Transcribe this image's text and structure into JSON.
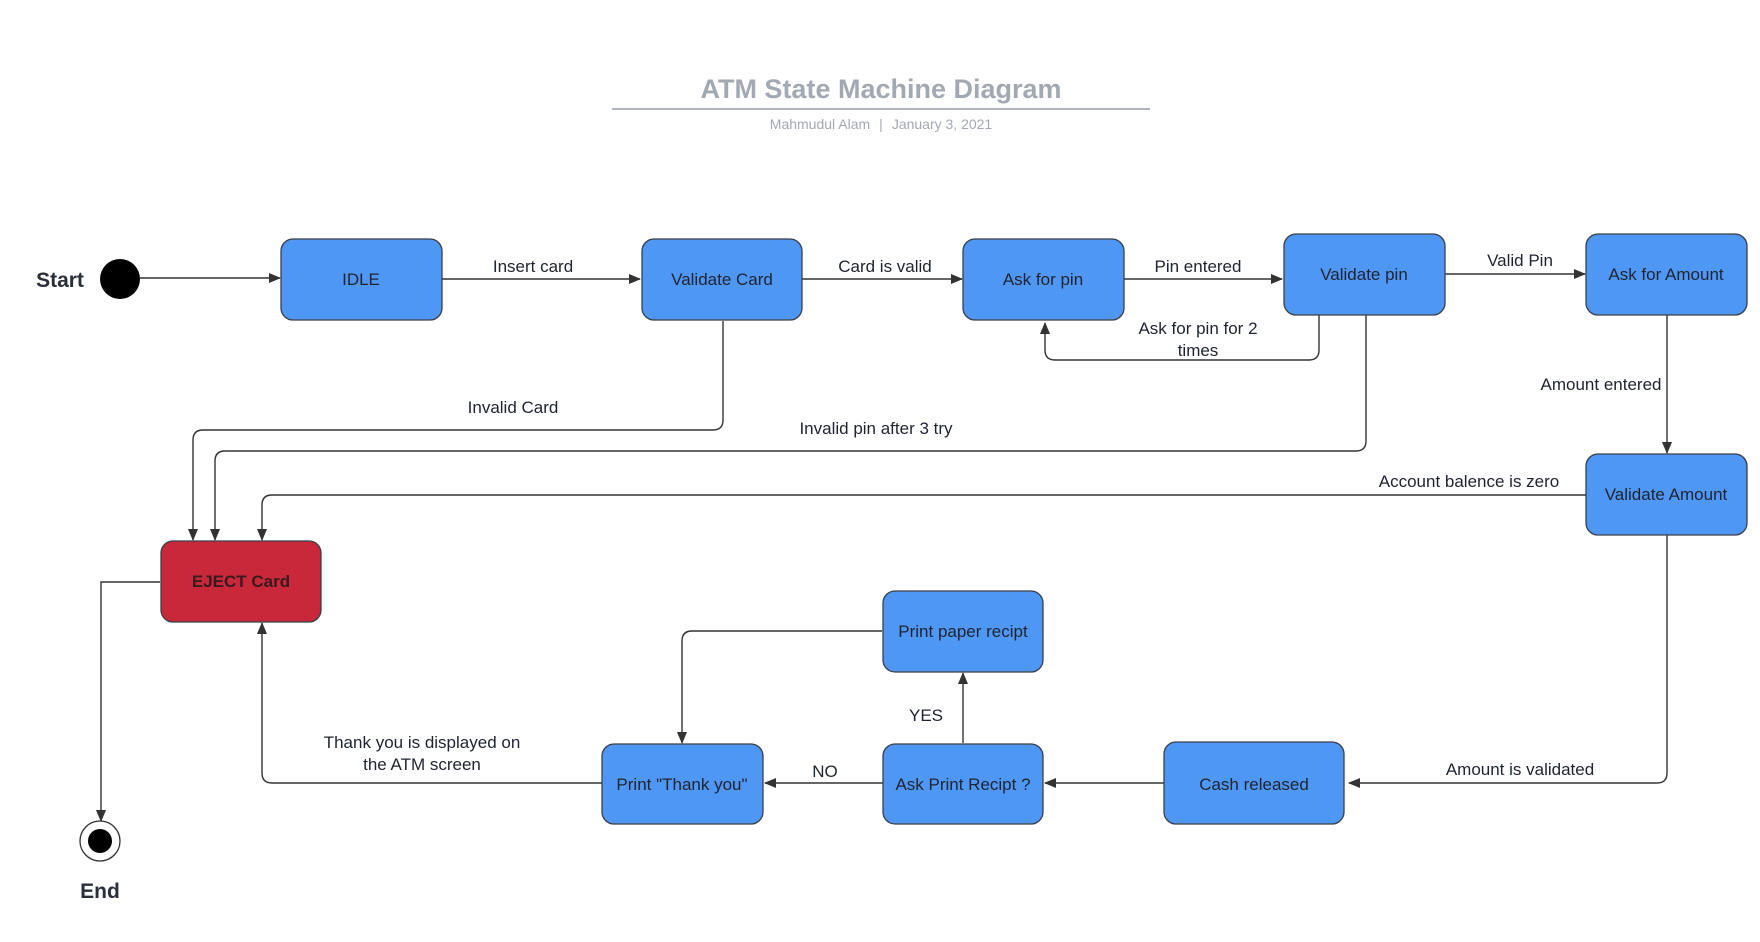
{
  "header": {
    "title": "ATM State Machine Diagram",
    "author": "Mahmudul Alam",
    "separator": "|",
    "date": "January 3, 2021"
  },
  "colors": {
    "state_fill": "#4f97f5",
    "state_stroke": "#3a3f4a",
    "eject_fill": "#c8283a",
    "line": "#333333",
    "text": "#1f2430",
    "header_text": "#a3a9b3"
  },
  "terminals": {
    "start_label": "Start",
    "end_label": "End"
  },
  "states": {
    "idle": "IDLE",
    "validate_card": "Validate Card",
    "ask_pin": "Ask for pin",
    "validate_pin": "Validate pin",
    "ask_amount": "Ask for Amount",
    "validate_amount": "Validate Amount",
    "eject_card": "EJECT Card",
    "print_paper": "Print paper recipt",
    "print_thank_you": "Print \"Thank you\"",
    "ask_print": "Ask Print Recipt ?",
    "cash_released": "Cash released"
  },
  "transitions": {
    "insert_card": "Insert card",
    "card_valid": "Card is valid",
    "pin_entered": "Pin entered",
    "valid_pin": "Valid Pin",
    "retry_line1": "Ask for pin  for 2",
    "retry_line2": "times",
    "invalid_card": "Invalid Card",
    "invalid_pin": "Invalid pin after 3 try",
    "amount_entered": "Amount entered",
    "balance_zero": "Account balence is zero",
    "amount_validated": "Amount is validated",
    "yes": "YES",
    "no": "NO",
    "thank_line1": "Thank you is displayed on",
    "thank_line2": "the ATM screen"
  }
}
